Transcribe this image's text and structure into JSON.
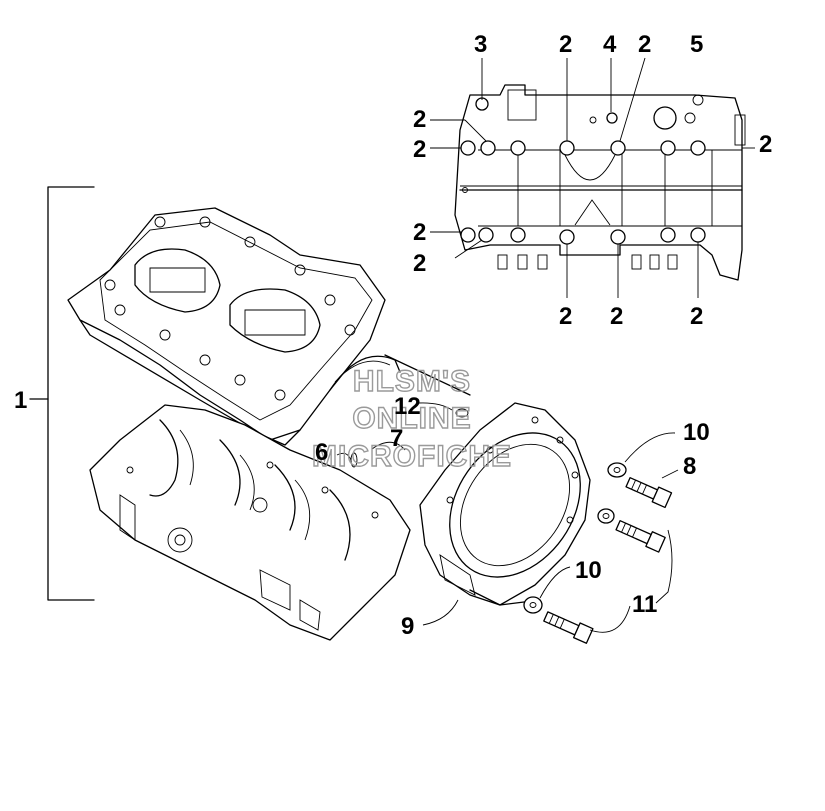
{
  "watermark": [
    "HLSM'S",
    "ONLINE",
    "MICROFICHE"
  ],
  "callouts": {
    "c1": "1",
    "c3": "3",
    "c4": "4",
    "c5": "5",
    "c2": "2",
    "c6": "6",
    "c7": "7",
    "c8": "8",
    "c9": "9",
    "c10": "10",
    "c11": "11",
    "c12": "12"
  }
}
